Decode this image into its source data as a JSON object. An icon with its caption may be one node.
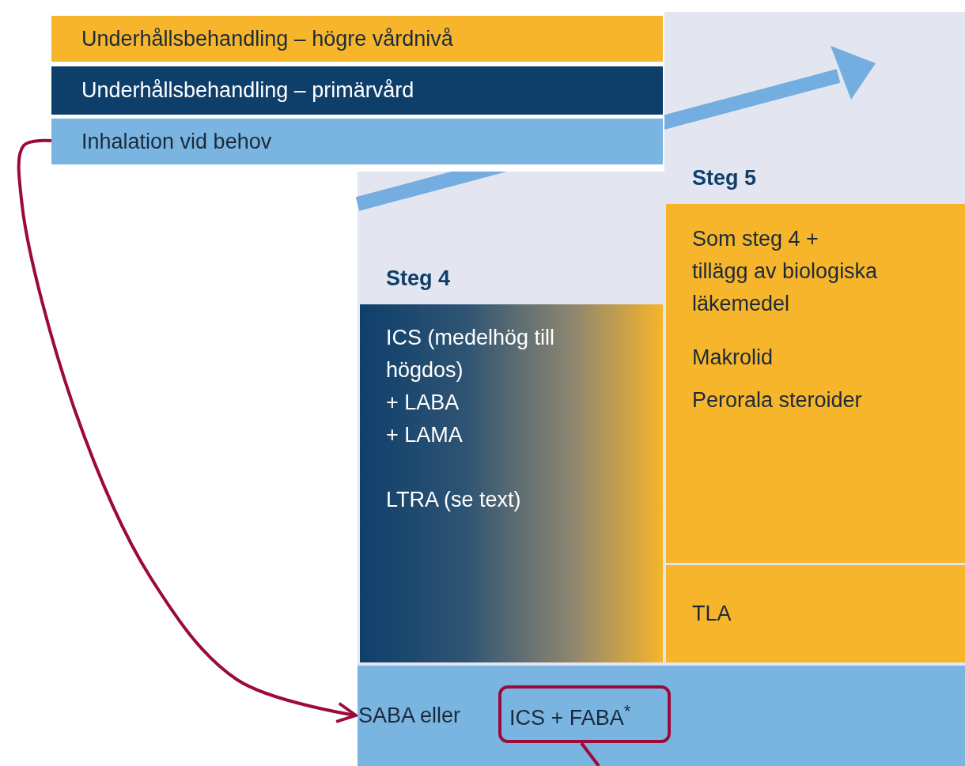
{
  "diagram": {
    "nodes": [
      {
        "text": [
          "Underhållsbehandling – högre vårdnivå"
        ]
      },
      {
        "text": [
          "Underhållsbehandling – primärvård"
        ]
      },
      {
        "text": [
          "Inhalation vid behov"
        ]
      },
      {
        "text": [
          "Steg 4",
          "ICS (medelhög till högdos)",
          "+ LABA",
          "+ LAMA",
          "LTRA (se text)"
        ]
      },
      {
        "text": [
          "Steg 5",
          "Som steg 4 + tillägg av biologiska läkemedel",
          "Makrolid",
          "Perorala steroider"
        ]
      },
      {
        "text": [
          "TLA"
        ]
      },
      {
        "text": [
          "SABA eller"
        ]
      },
      {
        "text": [
          "ICS + FABA$^{*}$"
        ],
        "in": 6
      }
    ],
    "edges": [
      {
        "from": 2,
        "to": 6,
        "arrow": "to",
        "color": "#9b0a3a"
      },
      {
        "from": 7,
        "to": null,
        "arrow": "none",
        "color": "#9b0a3a"
      }
    ]
  }
}
